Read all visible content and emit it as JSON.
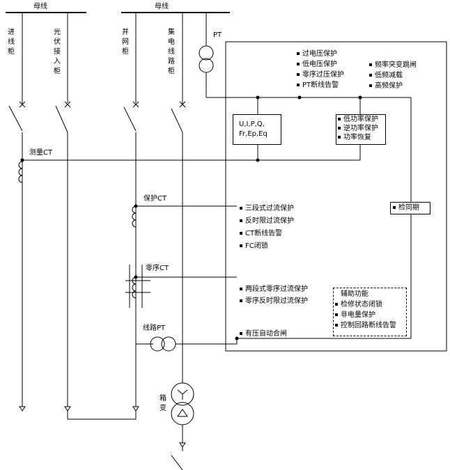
{
  "busbar": {
    "left": "母线",
    "right": "母线"
  },
  "cabinets": {
    "incoming": "进线柜",
    "pv": "光伏接入柜",
    "grid": "并网柜",
    "collector": "集电线路柜"
  },
  "pt_label": "PT",
  "measure_ct": "测量CT",
  "protect_ct": "保护CT",
  "zero_ct": "零序CT",
  "line_pt": "线路PT",
  "transformer": "箱变",
  "meter_box": {
    "line1": "U,I,P,Q,",
    "line2": "Fr,Ep,Eq"
  },
  "voltage_prot": [
    "过电压保护",
    "低电压保护",
    "零序过压保护",
    "PT断线告警"
  ],
  "freq_prot": [
    "频率突变跳闸",
    "低频减载",
    "高频保护"
  ],
  "power_prot": [
    "低功率保护",
    "逆功率保护",
    "功率恢复"
  ],
  "sync_check": "检同期",
  "current_prot": [
    "三段式过流保护",
    "反时限过流保护",
    "CT断线告警",
    "FC闭锁"
  ],
  "zero_seq_prot": [
    "两段式零序过流保护",
    "零序反时限过流保护"
  ],
  "aux_title": "辅助功能",
  "aux_items": [
    "检修状态闭锁",
    "非电量保护",
    "控制回路断线告警"
  ],
  "auto_reclose": "有压自动合闸"
}
